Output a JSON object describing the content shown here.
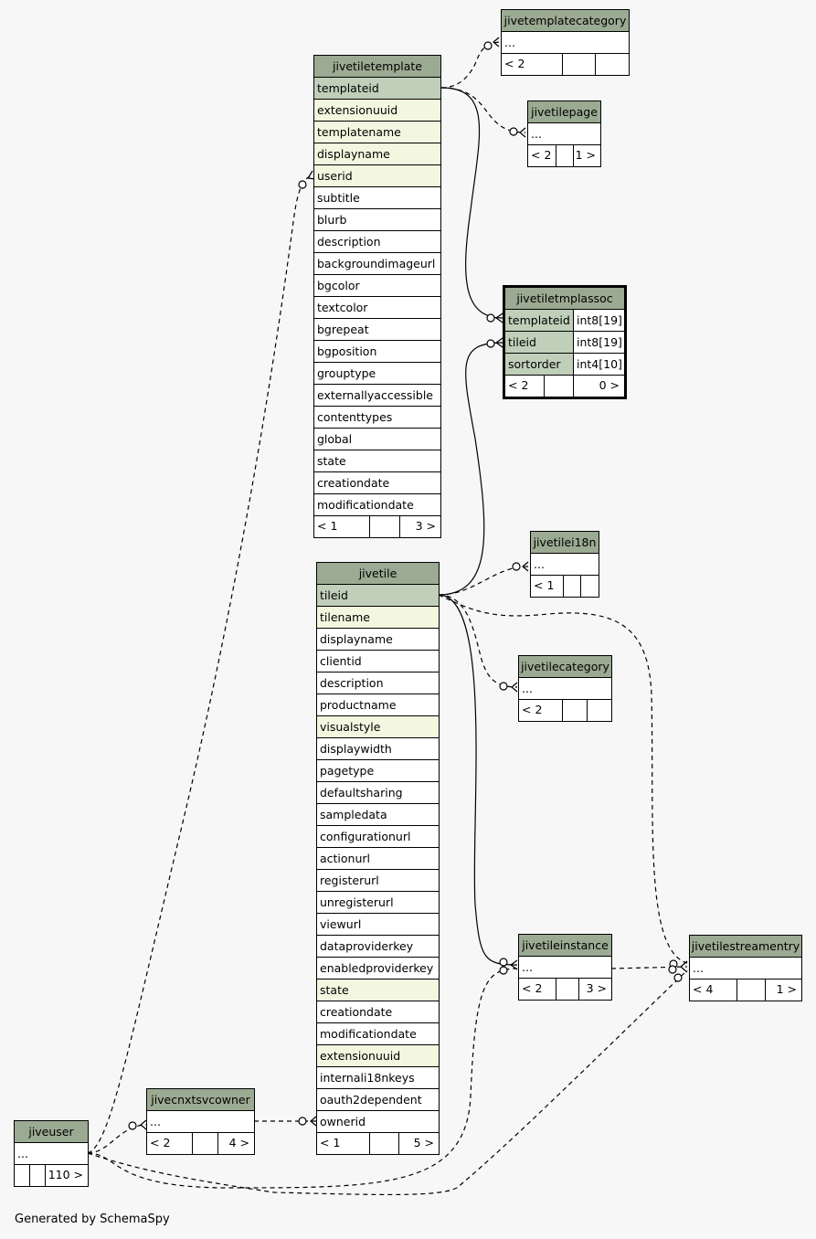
{
  "footer": "Generated by SchemaSpy",
  "colors": {
    "header": "#9baa92",
    "primary_key": "#bfcfb9",
    "indexed": "#f4f7df",
    "plain": "#ffffff",
    "background": "#f7f7f7"
  },
  "tables": {
    "jivetemplatecategory": {
      "name": "jivetemplatecategory",
      "rows": [
        "..."
      ],
      "footer": {
        "left": "< 2",
        "mid": "",
        "right": ""
      }
    },
    "jivetilepage": {
      "name": "jivetilepage",
      "rows": [
        "..."
      ],
      "footer": {
        "left": "< 2",
        "mid": "",
        "right": "1 >"
      }
    },
    "jivetiletemplate": {
      "name": "jivetiletemplate",
      "columns": [
        "templateid",
        "extensionuuid",
        "templatename",
        "displayname",
        "userid",
        "subtitle",
        "blurb",
        "description",
        "backgroundimageurl",
        "bgcolor",
        "textcolor",
        "bgrepeat",
        "bgposition",
        "grouptype",
        "externallyaccessible",
        "contenttypes",
        "global",
        "state",
        "creationdate",
        "modificationdate"
      ],
      "footer": {
        "left": "< 1",
        "mid": "",
        "right": "3 >"
      }
    },
    "jivetiletmplassoc": {
      "name": "jivetiletmplassoc",
      "columns": [
        {
          "name": "templateid",
          "type": "int8[19]"
        },
        {
          "name": "tileid",
          "type": "int8[19]"
        },
        {
          "name": "sortorder",
          "type": "int4[10]"
        }
      ],
      "footer": {
        "left": "< 2",
        "mid": "",
        "right": "0 >"
      }
    },
    "jivetile": {
      "name": "jivetile",
      "columns": [
        "tileid",
        "tilename",
        "displayname",
        "clientid",
        "description",
        "productname",
        "visualstyle",
        "displaywidth",
        "pagetype",
        "defaultsharing",
        "sampledata",
        "configurationurl",
        "actionurl",
        "registerurl",
        "unregisterurl",
        "viewurl",
        "dataproviderkey",
        "enabledproviderkey",
        "state",
        "creationdate",
        "modificationdate",
        "extensionuuid",
        "internali18nkeys",
        "oauth2dependent",
        "ownerid"
      ],
      "footer": {
        "left": "< 1",
        "mid": "",
        "right": "5 >"
      }
    },
    "jivetilei18n": {
      "name": "jivetilei18n",
      "rows": [
        "..."
      ],
      "footer": {
        "left": "< 1",
        "mid": "",
        "right": ""
      }
    },
    "jivetilecategory": {
      "name": "jivetilecategory",
      "rows": [
        "..."
      ],
      "footer": {
        "left": "< 2",
        "mid": "",
        "right": ""
      }
    },
    "jivetileinstance": {
      "name": "jivetileinstance",
      "rows": [
        "..."
      ],
      "footer": {
        "left": "< 2",
        "mid": "",
        "right": "3 >"
      }
    },
    "jivetilestreamentry": {
      "name": "jivetilestreamentry",
      "rows": [
        "..."
      ],
      "footer": {
        "left": "< 4",
        "mid": "",
        "right": "1 >"
      }
    },
    "jivecnxtsvcowner": {
      "name": "jivecnxtsvcowner",
      "rows": [
        "..."
      ],
      "footer": {
        "left": "< 2",
        "mid": "",
        "right": "4 >"
      }
    },
    "jiveuser": {
      "name": "jiveuser",
      "rows": [
        "..."
      ],
      "footer": {
        "left": "",
        "mid": "",
        "right": "110 >"
      }
    }
  }
}
